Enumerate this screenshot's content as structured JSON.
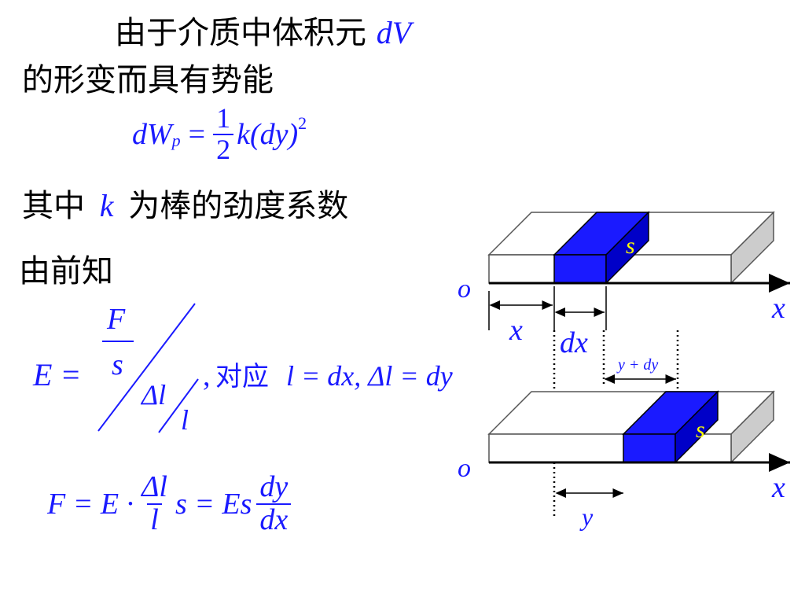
{
  "text": {
    "line1": "由于介质中体积元",
    "dV": "dV",
    "line2": "的形变而具有势能",
    "line3_pre": "其中",
    "k": "k",
    "line3_post": "为棒的劲度系数",
    "line4": "由前知",
    "correspond": "对应"
  },
  "eq_dwp": {
    "lhs": "dW",
    "sub": "p",
    "equals": "=",
    "num": "1",
    "den": "2",
    "rhs": "k(dy)",
    "sup": "2"
  },
  "eq_E": {
    "lhs": "E =",
    "F": "F",
    "s": "s",
    "dl": "Δl",
    "l": "l",
    "comma": ",",
    "tail1": "l = dx, Δl = dy"
  },
  "eq_F": {
    "lhs": "F = E ·",
    "num1": "Δl",
    "den1": "l",
    "mid": "s = Es",
    "num2": "dy",
    "den2": "dx"
  },
  "diagram": {
    "o_top": "o",
    "o_bottom": "o",
    "x_axis_top": "x",
    "x_axis_bottom": "x",
    "s_top": "s",
    "s_bottom": "s",
    "x_dim": "x",
    "dx_dim": "dx",
    "ydy_dim": "y + dy",
    "y_dim": "y",
    "colors": {
      "block": "#1a1aff",
      "block_dark": "#0000c8",
      "rod_side": "#cccccc",
      "s_label": "#ffff00"
    }
  }
}
